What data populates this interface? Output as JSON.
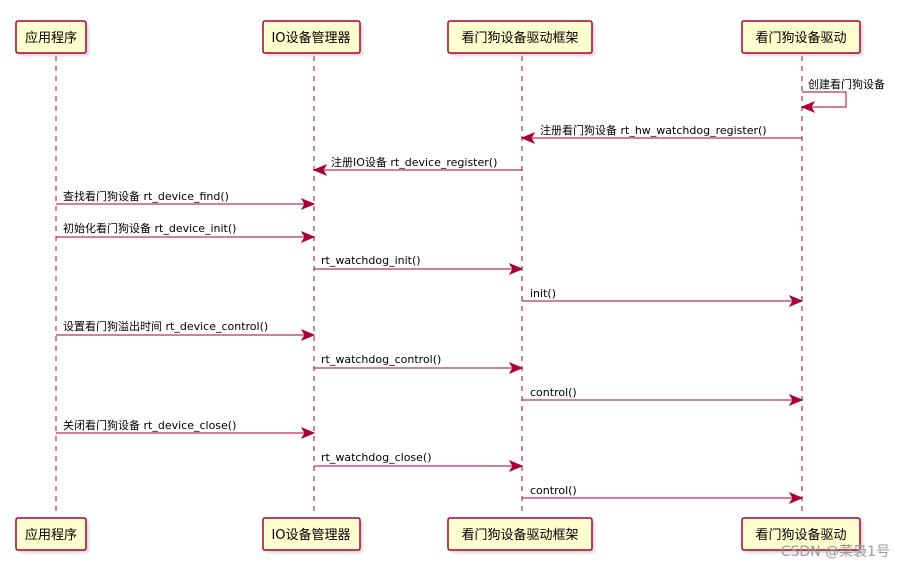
{
  "participants": {
    "app": "应用程序",
    "io_manager": "IO设备管理器",
    "wdt_framework": "看门狗设备驱动框架",
    "wdt_driver": "看门狗设备驱动"
  },
  "messages": {
    "m1": "创建看门狗设备",
    "m2": "注册看门狗设备 rt_hw_watchdog_register()",
    "m3": "注册IO设备 rt_device_register()",
    "m4": "查找看门狗设备 rt_device_find()",
    "m5": "初始化看门狗设备 rt_device_init()",
    "m6": "rt_watchdog_init()",
    "m7": "init()",
    "m8": "设置看门狗溢出时间 rt_device_control()",
    "m9": "rt_watchdog_control()",
    "m10": "control()",
    "m11": "关闭看门狗设备 rt_device_close()",
    "m12": "rt_watchdog_close()",
    "m13": "control()"
  },
  "watermark": "CSDN @菜袅1号",
  "colors": {
    "line": "#A80036",
    "box_fill": "#FEFECE"
  }
}
